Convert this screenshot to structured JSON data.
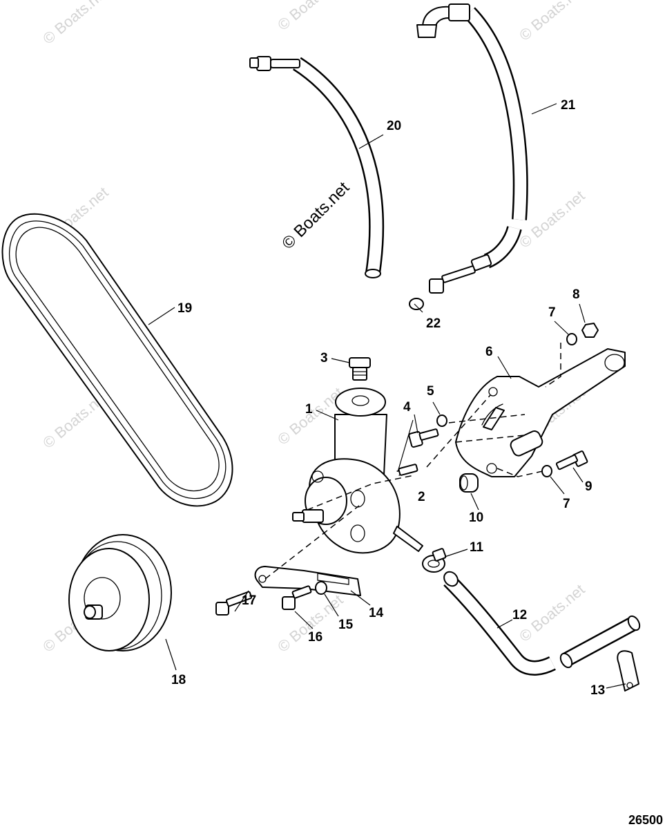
{
  "diagram": {
    "drawing_number": "26500",
    "watermark_text": "© Boats.net",
    "callouts": [
      {
        "id": "c1",
        "label": "1"
      },
      {
        "id": "c2",
        "label": "2"
      },
      {
        "id": "c3",
        "label": "3"
      },
      {
        "id": "c4",
        "label": "4"
      },
      {
        "id": "c5",
        "label": "5"
      },
      {
        "id": "c6",
        "label": "6"
      },
      {
        "id": "c7a",
        "label": "7"
      },
      {
        "id": "c7b",
        "label": "7"
      },
      {
        "id": "c8",
        "label": "8"
      },
      {
        "id": "c9",
        "label": "9"
      },
      {
        "id": "c10",
        "label": "10"
      },
      {
        "id": "c11",
        "label": "11"
      },
      {
        "id": "c12",
        "label": "12"
      },
      {
        "id": "c13",
        "label": "13"
      },
      {
        "id": "c14",
        "label": "14"
      },
      {
        "id": "c15",
        "label": "15"
      },
      {
        "id": "c16",
        "label": "16"
      },
      {
        "id": "c17",
        "label": "17"
      },
      {
        "id": "c18",
        "label": "18"
      },
      {
        "id": "c19",
        "label": "19"
      },
      {
        "id": "c20",
        "label": "20"
      },
      {
        "id": "c21",
        "label": "21"
      },
      {
        "id": "c22",
        "label": "22"
      }
    ]
  }
}
